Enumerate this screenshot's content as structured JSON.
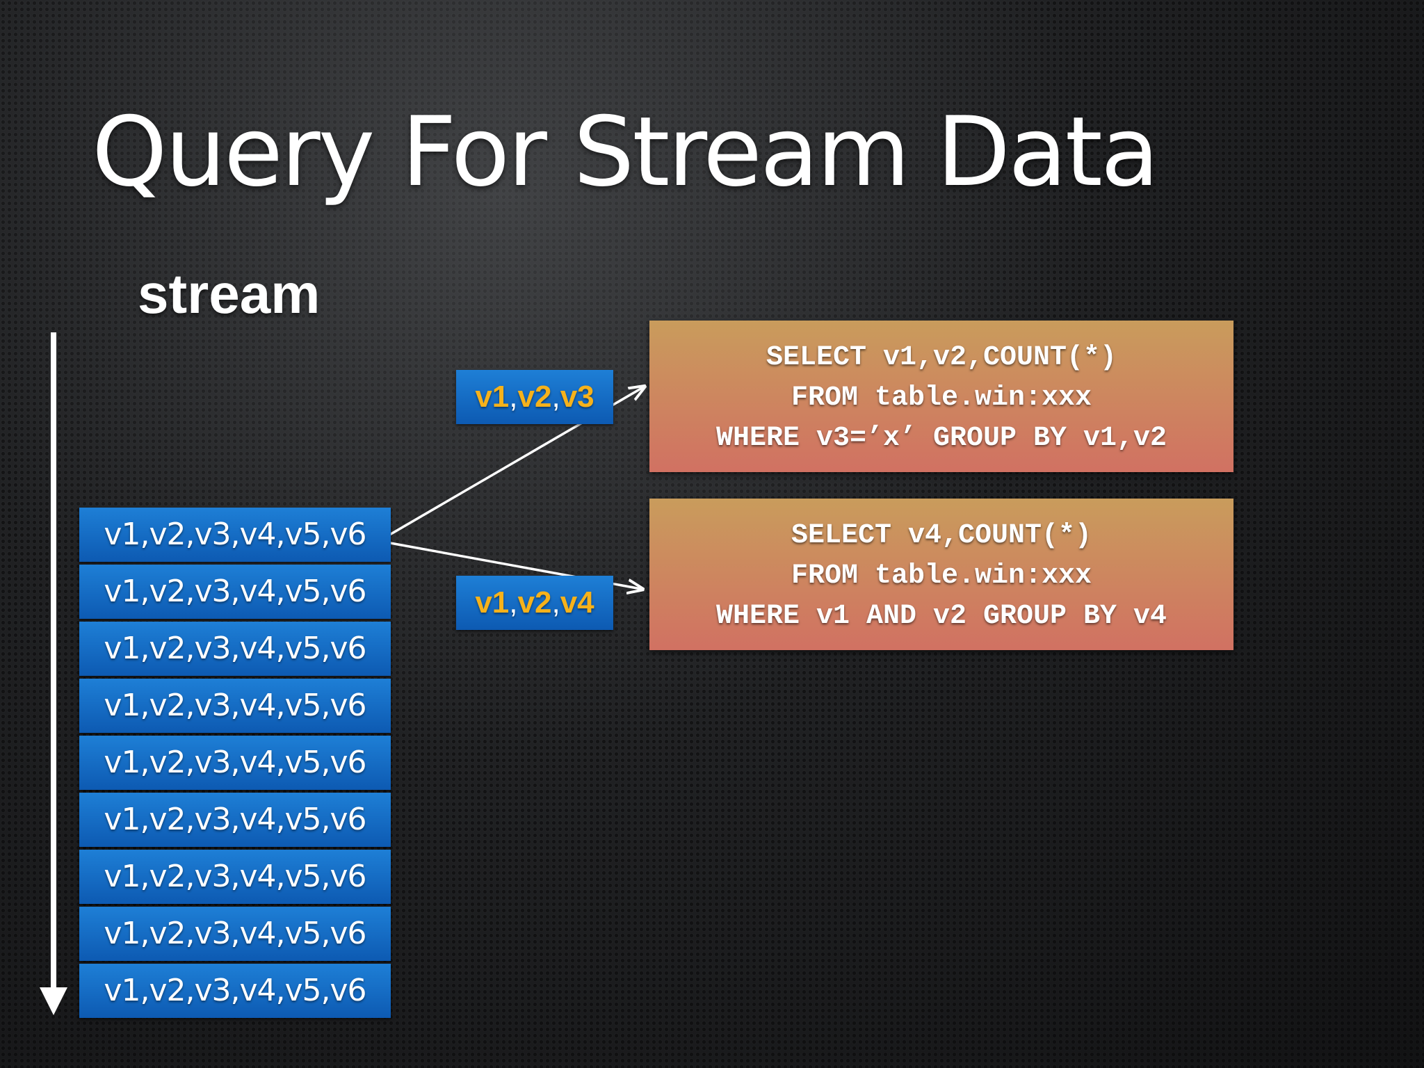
{
  "title": "Query For Stream Data",
  "stream_label": "stream",
  "stream_rows": [
    "v1,v2,v3,v4,v5,v6",
    "v1,v2,v3,v4,v5,v6",
    "v1,v2,v3,v4,v5,v6",
    "v1,v2,v3,v4,v5,v6",
    "v1,v2,v3,v4,v5,v6",
    "v1,v2,v3,v4,v5,v6",
    "v1,v2,v3,v4,v5,v6",
    "v1,v2,v3,v4,v5,v6",
    "v1,v2,v3,v4,v5,v6"
  ],
  "tags": [
    {
      "parts": [
        "v1",
        "v2",
        "v3"
      ]
    },
    {
      "parts": [
        "v1",
        "v2",
        "v4"
      ]
    }
  ],
  "queries": [
    {
      "lines": [
        "SELECT v1,v2,COUNT(*)",
        "FROM table.win:xxx",
        "WHERE v3=’x’ GROUP BY v1,v2"
      ]
    },
    {
      "lines": [
        "SELECT v4,COUNT(*)",
        "FROM table.win:xxx",
        "WHERE v1 AND v2 GROUP BY v4"
      ]
    }
  ],
  "colors": {
    "row_blue": "#1a73c8",
    "tag_highlight": "#f6b21b",
    "query_top": "#c99c5c",
    "query_bottom": "#d17162",
    "background": "#1e1f21"
  }
}
